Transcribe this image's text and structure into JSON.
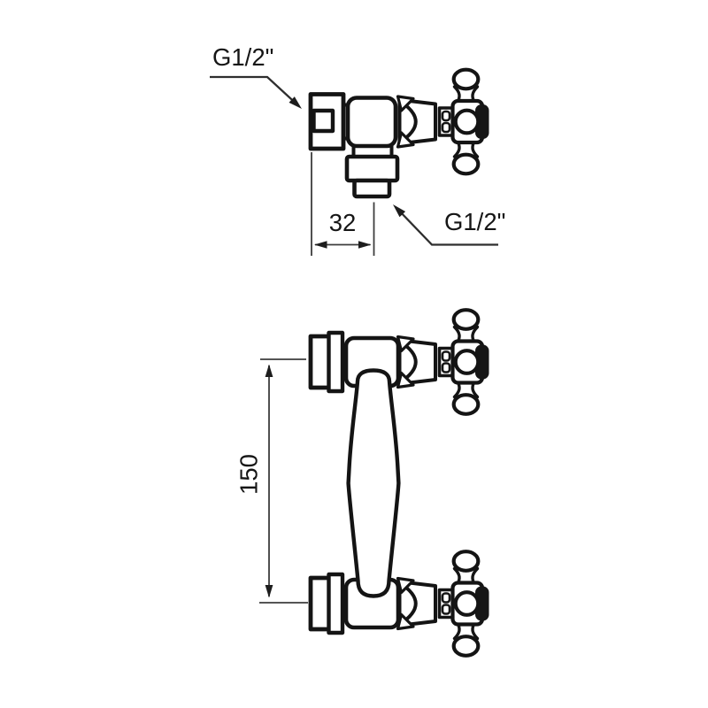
{
  "drawing": {
    "background": "#ffffff",
    "line_color": "#141414",
    "dimension_color": "#3d3d3d",
    "side_view": {
      "inlet_thread_label": "G1/2\"",
      "outlet_thread_label": "G1/2\"",
      "depth_dimension": "32"
    },
    "front_view": {
      "center_distance_dimension": "150"
    }
  }
}
